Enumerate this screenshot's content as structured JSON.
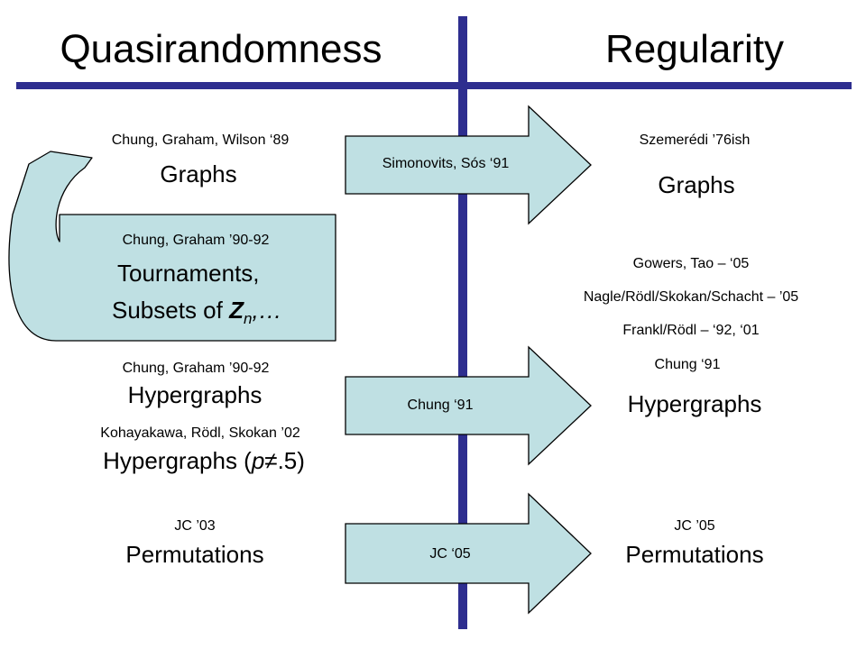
{
  "colors": {
    "divider": "#2e2e8f",
    "arrow_fill": "#bfe0e3",
    "arrow_stroke": "#000000",
    "text": "#000000"
  },
  "headers": {
    "left": "Quasirandomness",
    "right": "Regularity"
  },
  "left_column": {
    "graphs_citation": "Chung, Graham, Wilson ‘89",
    "graphs_title": "Graphs",
    "tournaments_citation": "Chung, Graham ’90-92",
    "tournaments_title": "Tournaments,",
    "subsets_prefix": "Subsets of ",
    "subsets_var": "Z",
    "subsets_sub": "n",
    "subsets_suffix": ",…",
    "hyper_citation": "Chung, Graham ’90-92",
    "hyper_title": "Hypergraphs",
    "hyper_p_citation": "Kohayakawa, Rödl, Skokan ’02",
    "hyper_p_prefix": "Hypergraphs (",
    "hyper_p_var": "p≠",
    "hyper_p_suffix": ".5)",
    "perm_citation": "JC ’03",
    "perm_title": "Permutations"
  },
  "arrows": {
    "top": "Simonovits, Sós ‘91",
    "middle": "Chung ‘91",
    "bottom": "JC ‘05"
  },
  "right_column": {
    "graphs_citation": "Szemerédi ’76ish",
    "graphs_title": "Graphs",
    "hyper_citation_1": "Gowers, Tao – ‘05",
    "hyper_citation_2": "Nagle/Rödl/Skokan/Schacht – ’05",
    "hyper_citation_3": "Frankl/Rödl – ‘92, ‘01",
    "hyper_citation_4": "Chung ‘91",
    "hyper_title": "Hypergraphs",
    "perm_citation": "JC ’05",
    "perm_title": "Permutations"
  }
}
